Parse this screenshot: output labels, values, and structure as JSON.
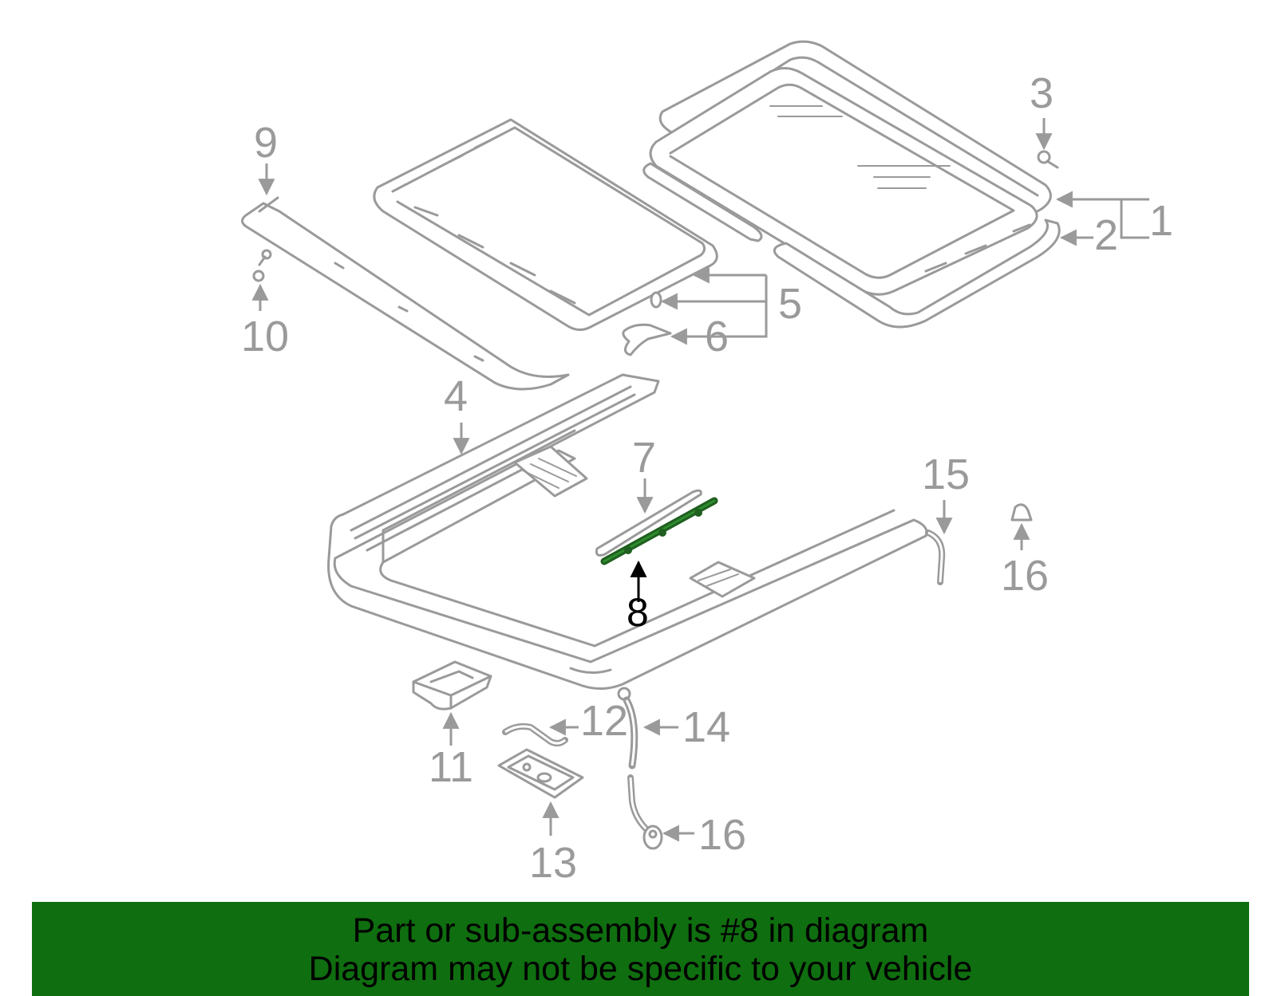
{
  "callouts": {
    "c1": "1",
    "c2": "2",
    "c3": "3",
    "c4": "4",
    "c5": "5",
    "c6": "6",
    "c7": "7",
    "c8": "8",
    "c9": "9",
    "c10": "10",
    "c11": "11",
    "c12": "12",
    "c13": "13",
    "c14": "14",
    "c15": "15",
    "c16a": "16",
    "c16b": "16"
  },
  "banner": {
    "line1": "Part or sub-assembly is #8 in diagram",
    "line2": "Diagram may not be specific to your vehicle"
  },
  "colors": {
    "outline": "#9a9a9a",
    "highlight": "#2e8b2e",
    "banner_bg": "#0f6e0f"
  }
}
